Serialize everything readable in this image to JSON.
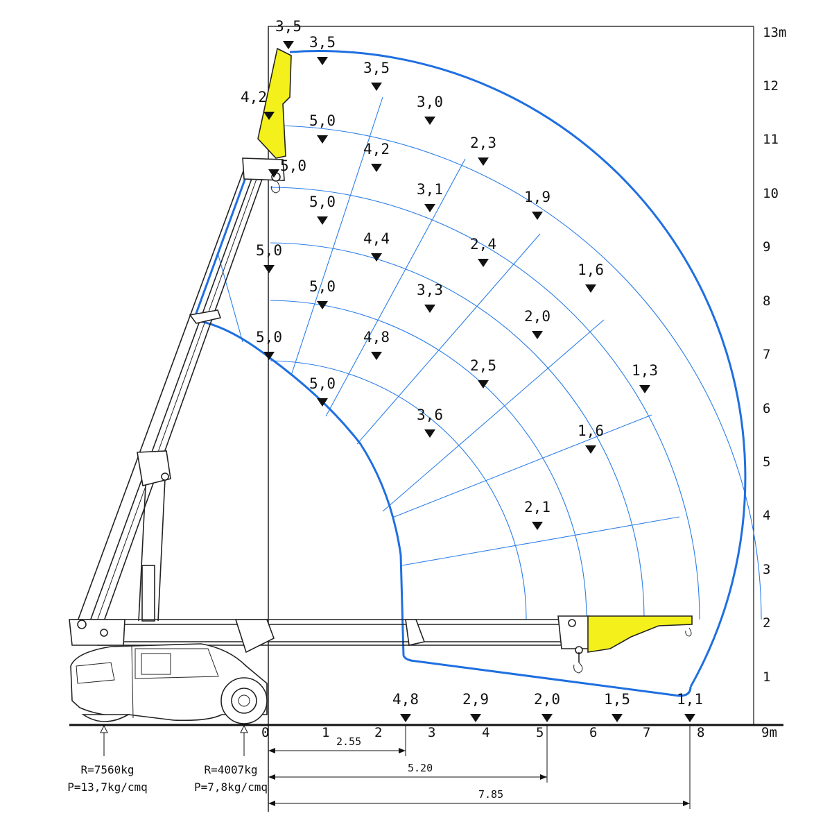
{
  "axes": {
    "right_ticks": [
      "13m",
      "12",
      "11",
      "10",
      "9",
      "8",
      "7",
      "6",
      "5",
      "4",
      "3",
      "2",
      "1"
    ],
    "bottom_ticks": [
      "0",
      "1",
      "2",
      "3",
      "4",
      "5",
      "6",
      "7",
      "8",
      "9m"
    ]
  },
  "load_labels": [
    "3,5",
    "3,5",
    "3,5",
    "3,0",
    "2,3",
    "1,9",
    "1,6",
    "1,3",
    "4,2",
    "5,0",
    "4,2",
    "3,1",
    "2,4",
    "2,0",
    "1,6",
    "2,1",
    "5,0",
    "5,0",
    "4,4",
    "3,3",
    "2,5",
    "3,6",
    "5,0",
    "5,0",
    "4,8",
    "5,0",
    "5,0",
    "4,8",
    "2,9",
    "2,0",
    "1,5",
    "1,1"
  ],
  "dimensions": [
    "2.55",
    "5.20",
    "7.85"
  ],
  "supports": {
    "rear": {
      "reaction": "R=7560kg",
      "pressure": "P=13,7kg/cmq"
    },
    "front": {
      "reaction": "R=4007kg",
      "pressure": "P=7,8kg/cmq"
    }
  },
  "colors": {
    "envelope": "#1f6fe0",
    "grid": "#2b7de9",
    "jib": "#f3f01c"
  }
}
